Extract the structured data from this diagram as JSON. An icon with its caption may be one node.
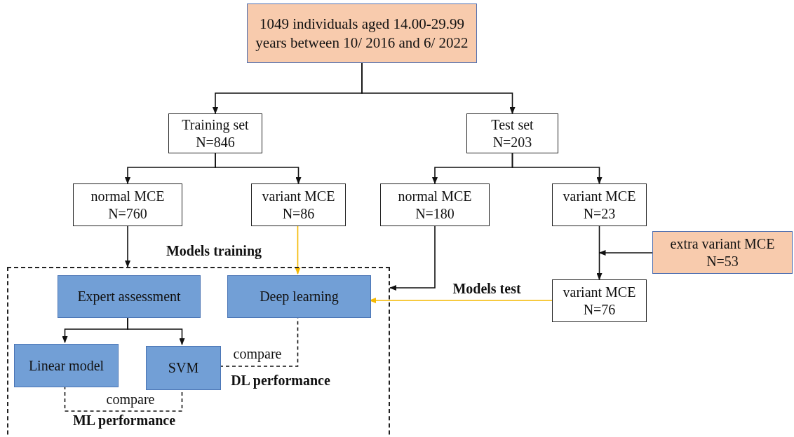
{
  "diagram": {
    "nodes": [
      {
        "text": [
          "1049 individuals aged 14.00-29.99 years between 10/ 2016 and 6/ 2022"
        ]
      },
      {
        "text": [
          "Training set N=846"
        ]
      },
      {
        "text": [
          "Test set N=203"
        ]
      },
      {
        "text": [
          "normal MCE N=760"
        ]
      },
      {
        "text": [
          "variant MCE N=86"
        ]
      },
      {
        "text": [
          "normal MCE N=180"
        ]
      },
      {
        "text": [
          "variant MCE N=23"
        ]
      },
      {
        "text": [
          "extra variant MCE N=53"
        ]
      },
      {
        "text": [],
        "shape": "box"
      },
      {
        "text": [
          "Expert assessment"
        ],
        "in": 8
      },
      {
        "text": [
          "Deep learning"
        ],
        "in": 8
      },
      {
        "text": [
          "Linear model"
        ],
        "in": 8
      },
      {
        "text": [
          "SVM"
        ],
        "in": 8
      },
      {
        "text": [
          "variant MCE N=76"
        ]
      }
    ],
    "edges": [
      {
        "from": 0,
        "to": 1,
        "arrow": "to"
      },
      {
        "from": 0,
        "to": 2,
        "arrow": "to"
      },
      {
        "from": 1,
        "to": 3,
        "arrow": "to"
      },
      {
        "from": 1,
        "to": 4,
        "arrow": "to"
      },
      {
        "from": 2,
        "to": 5,
        "arrow": "to"
      },
      {
        "from": 2,
        "to": 6,
        "arrow": "to"
      },
      {
        "from": 3,
        "to": 8,
        "arrow": "to"
      },
      {
        "from": 4,
        "to": 10,
        "arrow": "to",
        "color": "#f5b800"
      },
      {
        "from": 5,
        "to": 8,
        "arrow": "to"
      },
      {
        "from": 6,
        "to": 13,
        "arrow": "to"
      },
      {
        "from": 7,
        "to": 13,
        "arrow": "to"
      },
      {
        "from": 13,
        "to": 10,
        "arrow": "to",
        "color": "#f5b800",
        "label": "Models test"
      },
      {
        "from": 9,
        "to": 11,
        "arrow": "to"
      },
      {
        "from": 9,
        "to": 12,
        "arrow": "to"
      },
      {
        "from": 11,
        "to": 12,
        "arrow": "none",
        "style": "dashed",
        "label": "compare"
      },
      {
        "from": 12,
        "to": 10,
        "arrow": "none",
        "style": "dashed",
        "label": "compare"
      }
    ],
    "labels": [
      "Models training",
      "DL performance",
      "ML performance"
    ]
  }
}
